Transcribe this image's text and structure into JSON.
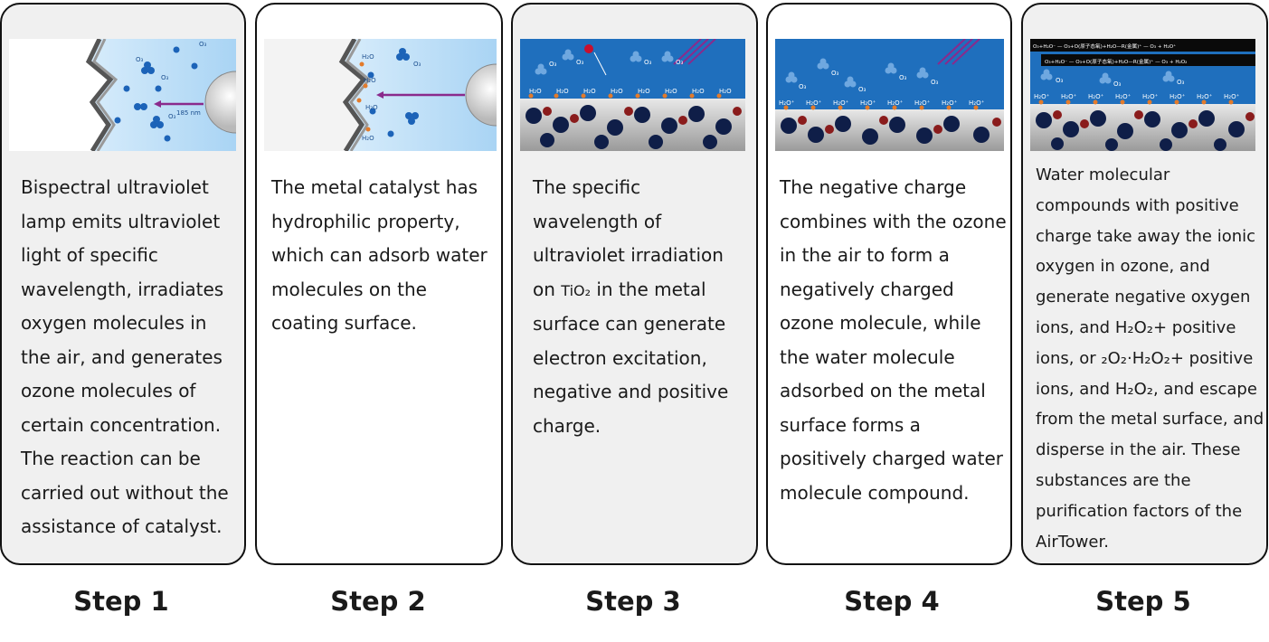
{
  "steps": [
    {
      "label": "Step 1",
      "text": "Bispectral ultraviolet lamp emits ultraviolet light of specific wavelength, irradiates oxygen molecules in the air, and generates ozone molecules of certain concentration. The reaction can be carried out without the assistance of catalyst.",
      "image_labels": [
        "O₃",
        "O₃",
        "O₃",
        "O₃",
        "185 nm"
      ]
    },
    {
      "label": "Step 2",
      "text": "The metal catalyst has hydrophilic property, which can adsorb water molecules on the coating surface.",
      "image_labels": [
        "O₃",
        "H₂O",
        "H₂O",
        "H₂O",
        "H₂O"
      ]
    },
    {
      "label": "Step 3",
      "text_before": "The specific wavelength of ultraviolet irradiation on ",
      "text_formula": "TiO₂",
      "text_after": " in the metal surface can generate electron excitation, negative and positive charge.",
      "image_labels": [
        "O₃",
        "O₃",
        "O₃",
        "O₃",
        "H₂O",
        "H₂O",
        "H₂O",
        "H₂O",
        "H₂O",
        "H₂O",
        "H₂O",
        "H₂O"
      ]
    },
    {
      "label": "Step 4",
      "text": "The negative charge combines with the ozone in the air to form a negatively charged ozone molecule, while the water molecule adsorbed on the metal surface forms a positively charged water molecule compound.",
      "image_labels": [
        "O₃",
        "O₃",
        "O₃",
        "O₃",
        "O₃",
        "H₂O⁺",
        "H₂O⁺",
        "H₂O⁺",
        "H₂O⁺",
        "H₂O⁺",
        "H₂O⁺",
        "H₂O⁺",
        "H₂O⁺"
      ]
    },
    {
      "label": "Step 5",
      "text_parts": [
        "Water molecular compounds with positive charge take away the ionic oxygen in ozone, and generate negative oxygen ions, and ",
        "H₂O₂+",
        "  positive ions, or ",
        "₂O₂·H₂O₂+",
        " positive ions, and ",
        "H₂O₂",
        ", and escape from the metal surface, and disperse in the air. These substances are the purification factors of the AirTower."
      ],
      "image_labels": [
        "O₃+H₂O⁻ — O₃+O(原子态氧)+H₂O—R(金属)⁺ — O₃ + H₂O⁺",
        "O₃+H₂O⁻ — O₃+O(原子态氧)+H₂O—R(金属)⁺ — O₃ + H₂O₂",
        "O₃",
        "O₃",
        "O₃",
        "H₂O⁺",
        "H₂O⁺",
        "H₂O⁺",
        "H₂O⁺",
        "H₂O⁺",
        "H₂O⁺",
        "H₂O⁺",
        "H₂O⁺"
      ]
    }
  ]
}
